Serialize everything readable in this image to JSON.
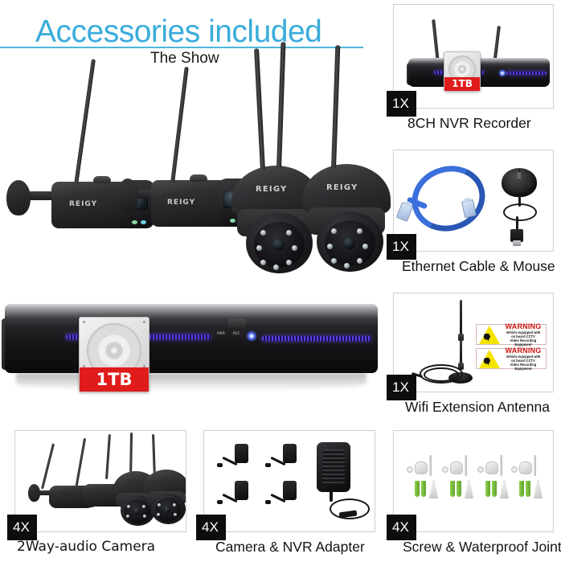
{
  "header": {
    "title": "Accessories included",
    "subtitle": "The Show",
    "accent_color": "#39acdb",
    "rule_color": "#4fb6dd"
  },
  "brand": "REIGY",
  "hdd": {
    "capacity_label": "1TB",
    "label_color": "#e01b1b"
  },
  "nvr_indicators": {
    "power_label": "PWR",
    "record_label": "REC"
  },
  "panels": [
    {
      "id": "nvr-recorder",
      "quantity": "1X",
      "caption": "8CH NVR Recorder",
      "contents": [
        "8ch-nvr-recorder",
        "1tb-hard-drive"
      ]
    },
    {
      "id": "ethernet-mouse",
      "quantity": "1X",
      "caption": "Ethernet Cable & Mouse",
      "contents": [
        "ethernet-cable",
        "usb-mouse"
      ]
    },
    {
      "id": "wifi-antenna",
      "quantity": "1X",
      "caption": "Wifi Extension Antenna",
      "contents": [
        "magnetic-whip-antenna",
        "warning-stickers"
      ]
    },
    {
      "id": "twoway-camera",
      "quantity": "4X",
      "caption": "2Way-audio Camera",
      "contents": [
        "bullet-camera",
        "bullet-camera",
        "ptz-camera",
        "ptz-camera"
      ]
    },
    {
      "id": "adapters",
      "quantity": "4X",
      "caption": "Camera & NVR Adapter",
      "contents": [
        "camera-adapter-x4",
        "nvr-adapter"
      ]
    },
    {
      "id": "screws",
      "quantity": "4X",
      "caption": "Screw & Waterproof Joint",
      "contents": [
        "screw-set-x4",
        "waterproof-joint-x4"
      ]
    }
  ],
  "warning_sticker": {
    "title": "WARNING",
    "line1": "Vehicle equipped with",
    "line2": "on board CCTV",
    "line3": "Video Recording Equipment",
    "count": 2,
    "title_color": "#cc1212",
    "triangle_color": "#f5e400"
  },
  "hero_products": {
    "bullet_cameras": 2,
    "ptz_cameras": 2,
    "nvr_units": 1
  }
}
